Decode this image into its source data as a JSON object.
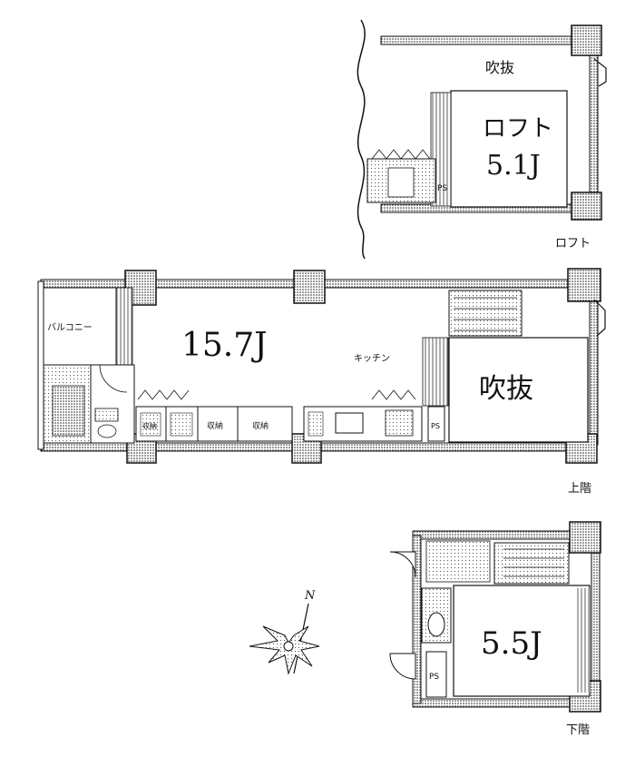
{
  "loft": {
    "void_label": "吹抜",
    "room_name": "ロフト",
    "room_size": "5.1J",
    "ps_label": "PS",
    "floor_caption": "ロフト"
  },
  "upper": {
    "balcony_label": "バルコニー",
    "living_size": "15.7J",
    "kitchen_label": "キッチン",
    "void_label": "吹抜",
    "ps_label": "PS",
    "storage_labels": [
      "収納",
      "収納",
      "収納"
    ],
    "floor_caption": "上階"
  },
  "lower": {
    "room_size": "5.5J",
    "ps_label": "PS",
    "floor_caption": "下階"
  },
  "compass": {
    "north_label": "N"
  }
}
